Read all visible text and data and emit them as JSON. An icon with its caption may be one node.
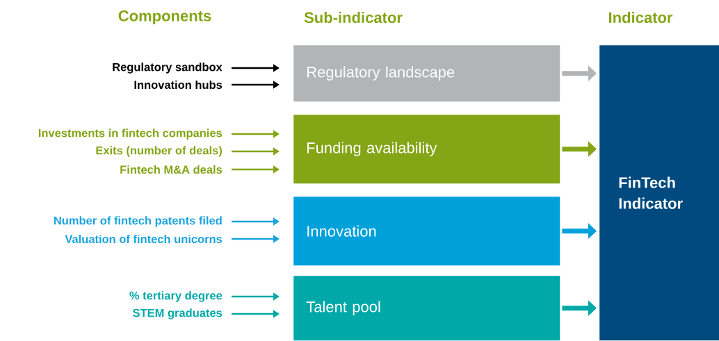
{
  "diagram": {
    "nodes": [
      {
        "text": [
          "Regulatory sandbox"
        ]
      },
      {
        "text": [
          "Innovation hubs"
        ]
      },
      {
        "text": [
          "Regulatory landscape"
        ]
      },
      {
        "text": [
          "Investments in fintech companies"
        ]
      },
      {
        "text": [
          "Exits (number of deals)"
        ]
      },
      {
        "text": [
          "Fintech M&A deals"
        ]
      },
      {
        "text": [
          "Funding availability"
        ]
      },
      {
        "text": [
          "Number of fintech patents filed"
        ]
      },
      {
        "text": [
          "Valuation of fintech unicorns"
        ]
      },
      {
        "text": [
          "Innovation"
        ]
      },
      {
        "text": [
          "% tertiary degree"
        ]
      },
      {
        "text": [
          "STEM graduates"
        ]
      },
      {
        "text": [
          "Talent pool"
        ]
      },
      {
        "text": [
          "FinTech Indicator"
        ]
      }
    ],
    "edges": [
      {
        "from": 0,
        "to": 2,
        "arrow": "to",
        "color": "#000000"
      },
      {
        "from": 1,
        "to": 2,
        "arrow": "to",
        "color": "#000000"
      },
      {
        "from": 3,
        "to": 6,
        "arrow": "to",
        "color": "#84a516"
      },
      {
        "from": 4,
        "to": 6,
        "arrow": "to",
        "color": "#84a516"
      },
      {
        "from": 5,
        "to": 6,
        "arrow": "to",
        "color": "#84a516"
      },
      {
        "from": 7,
        "to": 9,
        "arrow": "to",
        "color": "#1aa3df"
      },
      {
        "from": 8,
        "to": 9,
        "arrow": "to",
        "color": "#1aa3df"
      },
      {
        "from": 10,
        "to": 12,
        "arrow": "to",
        "color": "#00a8a8"
      },
      {
        "from": 11,
        "to": 12,
        "arrow": "to",
        "color": "#00a8a8"
      },
      {
        "from": 2,
        "to": 13,
        "arrow": "to",
        "style": "thick",
        "color": "#b3b4b6"
      },
      {
        "from": 6,
        "to": 13,
        "arrow": "to",
        "style": "thick",
        "color": "#84a516"
      },
      {
        "from": 9,
        "to": 13,
        "arrow": "to",
        "style": "thick",
        "color": "#00a0db"
      },
      {
        "from": 12,
        "to": 13,
        "arrow": "to",
        "style": "thick",
        "color": "#00a8a8"
      }
    ],
    "labels": [
      "Components",
      "Sub-indicator",
      "Indicator"
    ]
  }
}
